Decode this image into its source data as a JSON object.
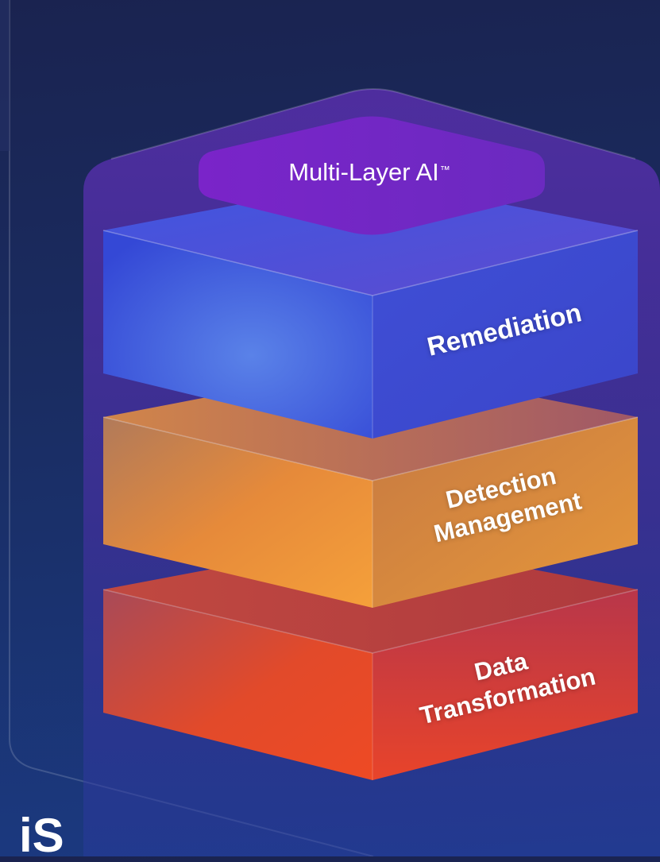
{
  "diagram": {
    "top_badge": {
      "label": "Multi-Layer AI",
      "mark": "™"
    },
    "layers": [
      {
        "label_lines": [
          "Remediation"
        ],
        "color": "#3b54d6"
      },
      {
        "label_lines": [
          "Detection",
          "Management"
        ],
        "color": "#f0962e"
      },
      {
        "label_lines": [
          "Data",
          "Transformation"
        ],
        "color": "#e8462a"
      }
    ],
    "colors": {
      "background": "#1a2d63",
      "frame": "#5a2fa8",
      "badge": "#7b28c6"
    },
    "bottom_fragment": "iS"
  }
}
